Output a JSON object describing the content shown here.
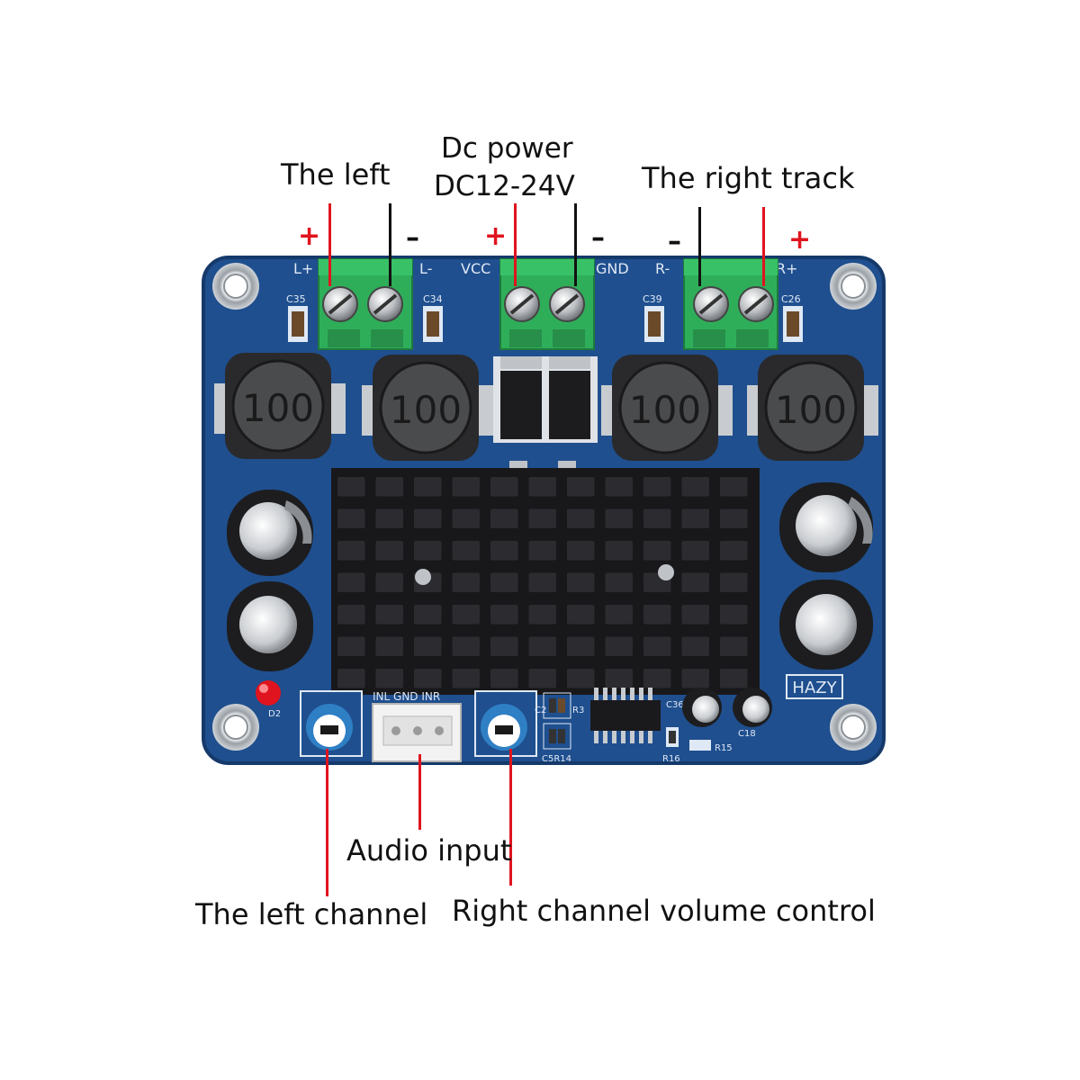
{
  "labels": {
    "left": "The left",
    "dc_power_line1": "Dc power",
    "dc_power_line2": "DC12-24V",
    "right_track": "The right track",
    "audio_input": "Audio input",
    "left_channel": "The left channel",
    "right_volume": "Right channel volume control"
  },
  "signs": {
    "plus": "+",
    "minus": "–"
  },
  "board": {
    "silk_l_plus": "L+",
    "silk_l_minus": "L-",
    "silk_vcc": "VCC",
    "silk_gnd": "GND",
    "silk_r_minus": "R-",
    "silk_r_plus": "R+",
    "inductor": "100",
    "brand": "HAZY",
    "input_pins": "INL GND INR",
    "c35": "C35",
    "c34": "C34",
    "c39": "C39",
    "c26": "C26",
    "c36": "C36",
    "c18": "C18",
    "r15": "R15",
    "r16": "R16",
    "c2": "C2",
    "r3": "R3",
    "c5r14": "C5R14",
    "d2": "D2"
  },
  "colors": {
    "pcb": "#1f4f8e",
    "terminal": "#2fae5a",
    "heatsink": "#1b1b1e",
    "lead_red": "#e0141e",
    "lead_black": "#111111"
  }
}
